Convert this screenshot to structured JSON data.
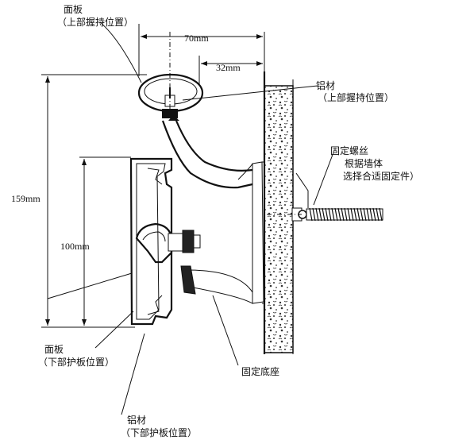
{
  "labels": {
    "panel_top": "面板",
    "panel_top_pos": "（上部握持位置）",
    "alu_top": "铝材",
    "alu_top_pos": "（上部握持位置）",
    "screw": "固定螺丝",
    "screw_note1": "根据墙体",
    "screw_note2": "选择合适固定件）",
    "panel_bottom": "面板",
    "panel_bottom_pos": "（下部护板位置）",
    "base": "固定底座",
    "alu_bottom": "铝材",
    "alu_bottom_pos": "（下部护板位置）"
  },
  "dimensions": {
    "width_total": "70mm",
    "width_offset": "32mm",
    "height_total": "159mm",
    "height_guard": "100mm"
  }
}
